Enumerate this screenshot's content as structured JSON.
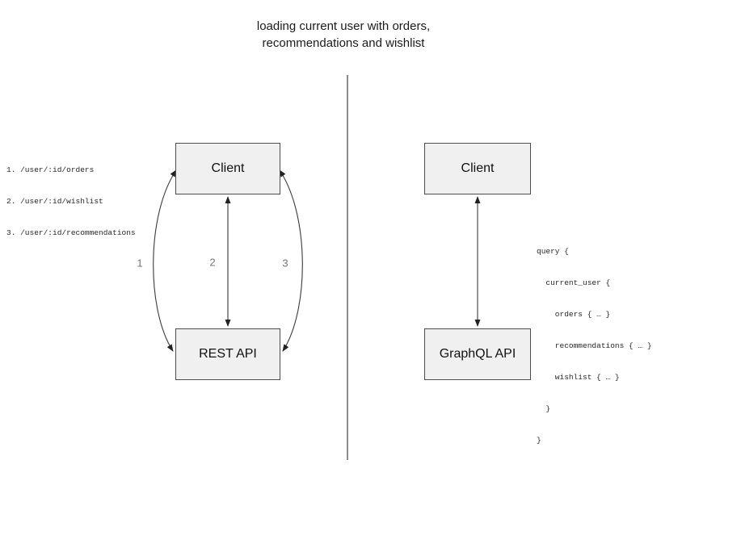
{
  "title": {
    "line1": "loading current user with orders,",
    "line2": "recommendations and wishlist"
  },
  "rest_panel": {
    "client_label": "Client",
    "api_label": "REST API",
    "endpoints": [
      "1. /user/:id/orders",
      "2. /user/:id/wishlist",
      "3. /user/:id/recommendations"
    ],
    "arrow_labels": [
      "1",
      "2",
      "3"
    ]
  },
  "graphql_panel": {
    "client_label": "Client",
    "api_label": "GraphQL API",
    "query_lines": [
      "query {",
      "  current_user {",
      "    orders { … }",
      "    recommendations { … }",
      "    wishlist { … }",
      "  }",
      "}"
    ]
  },
  "colors": {
    "box_fill": "#f0f0f0",
    "box_border": "#4d4d4d",
    "arrow": "#333333",
    "arrow_label": "#757575",
    "divider": "#595959",
    "text": "#1a1a1a"
  }
}
